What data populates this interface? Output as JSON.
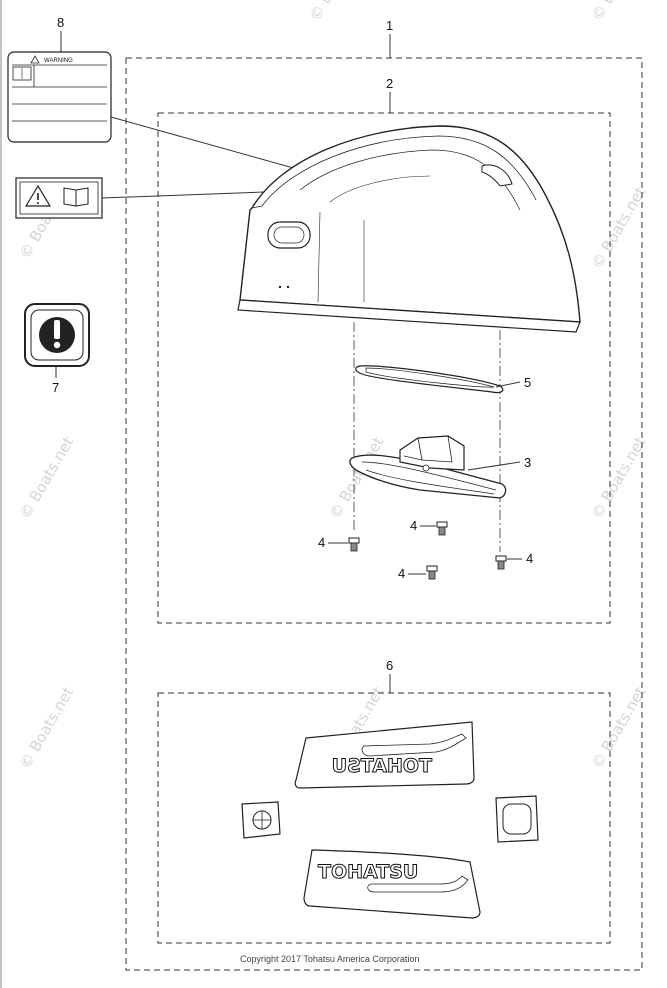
{
  "callouts": {
    "c1": "1",
    "c2": "2",
    "c3": "3",
    "c4a": "4",
    "c4b": "4",
    "c4c": "4",
    "c4d": "4",
    "c5": "5",
    "c6": "6",
    "c7": "7",
    "c8": "8"
  },
  "warning_label": {
    "heading": "WARNING"
  },
  "decals": {
    "upper": "TOHATSU",
    "lower": "TOHATSU"
  },
  "watermark": "© Boats.net",
  "copyright": "Copyright 2017 Tohatsu America Corporation"
}
